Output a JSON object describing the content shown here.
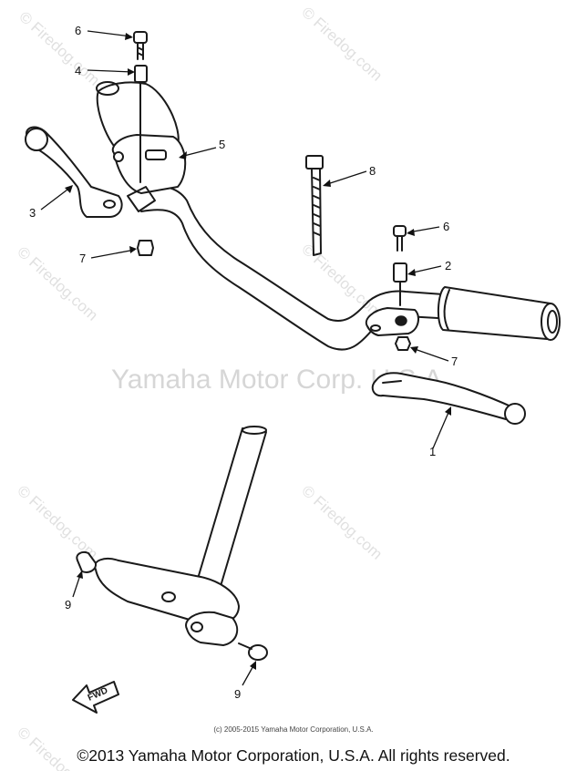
{
  "watermark": {
    "center_text": "Yamaha Motor Corp. U.S.A.",
    "repeat_text": "© Firedog.com",
    "accent_color": "#c9c9c9"
  },
  "callouts": [
    {
      "id": "6a",
      "label": "6"
    },
    {
      "id": "4",
      "label": "4"
    },
    {
      "id": "5",
      "label": "5"
    },
    {
      "id": "3",
      "label": "3"
    },
    {
      "id": "7a",
      "label": "7"
    },
    {
      "id": "8",
      "label": "8"
    },
    {
      "id": "6b",
      "label": "6"
    },
    {
      "id": "2",
      "label": "2"
    },
    {
      "id": "7b",
      "label": "7"
    },
    {
      "id": "1",
      "label": "1"
    },
    {
      "id": "9a",
      "label": "9"
    },
    {
      "id": "9b",
      "label": "9"
    }
  ],
  "fwd_label": "FWD",
  "footer": {
    "small_copyright": "(c) 2005-2015 Yamaha Motor Corporation, U.S.A.",
    "main_copyright": "©2013 Yamaha Motor Corporation, U.S.A. All rights reserved."
  }
}
